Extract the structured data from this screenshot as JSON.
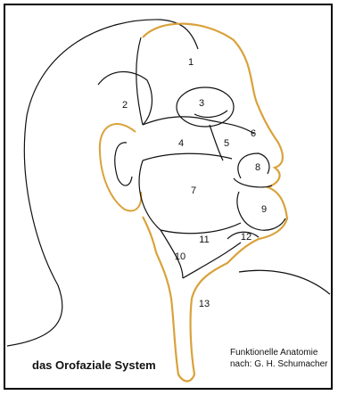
{
  "title": "das Orofaziale System",
  "credit": {
    "line1": "Funktionelle Anatomie",
    "line2": "nach: G. H. Schumacher"
  },
  "colors": {
    "outline": "#111111",
    "accent": "#d9a23a",
    "background": "#ffffff"
  },
  "regions": [
    {
      "id": "1",
      "label": "1"
    },
    {
      "id": "2",
      "label": "2"
    },
    {
      "id": "3",
      "label": "3"
    },
    {
      "id": "4",
      "label": "4"
    },
    {
      "id": "5",
      "label": "5"
    },
    {
      "id": "6",
      "label": "6"
    },
    {
      "id": "7",
      "label": "7"
    },
    {
      "id": "8",
      "label": "8"
    },
    {
      "id": "9",
      "label": "9"
    },
    {
      "id": "10",
      "label": "10"
    },
    {
      "id": "11",
      "label": "11"
    },
    {
      "id": "12",
      "label": "12"
    },
    {
      "id": "13",
      "label": "13"
    }
  ]
}
